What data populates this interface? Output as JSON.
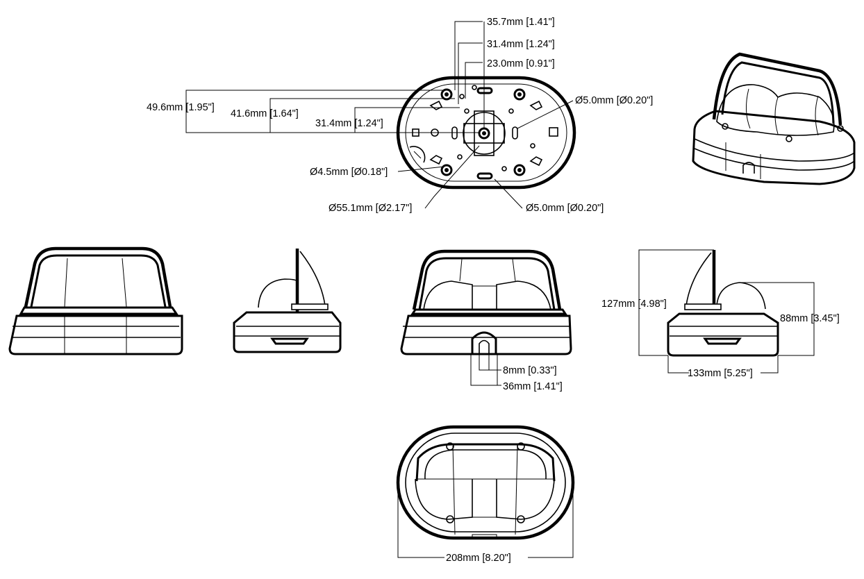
{
  "colors": {
    "line": "#000000",
    "background": "#ffffff"
  },
  "dimensions": {
    "d_35_7": "35.7mm [1.41\"]",
    "d_31_4a": "31.4mm [1.24\"]",
    "d_23_0": "23.0mm [0.91\"]",
    "d_49_6": "49.6mm [1.95\"]",
    "d_41_6": "41.6mm [1.64\"]",
    "d_31_4b": "31.4mm [1.24\"]",
    "d_phi5_top": "Ø5.0mm [Ø0.20\"]",
    "d_phi4_5": "Ø4.5mm [Ø0.18\"]",
    "d_phi55_1": "Ø55.1mm [Ø2.17\"]",
    "d_phi5_bot": "Ø5.0mm [Ø0.20\"]",
    "d_8": "8mm [0.33\"]",
    "d_36": "36mm [1.41\"]",
    "d_127": "127mm [4.98\"]",
    "d_88": "88mm [3.45\"]",
    "d_133": "133mm [5.25\"]",
    "d_208": "208mm [8.20\"]"
  }
}
